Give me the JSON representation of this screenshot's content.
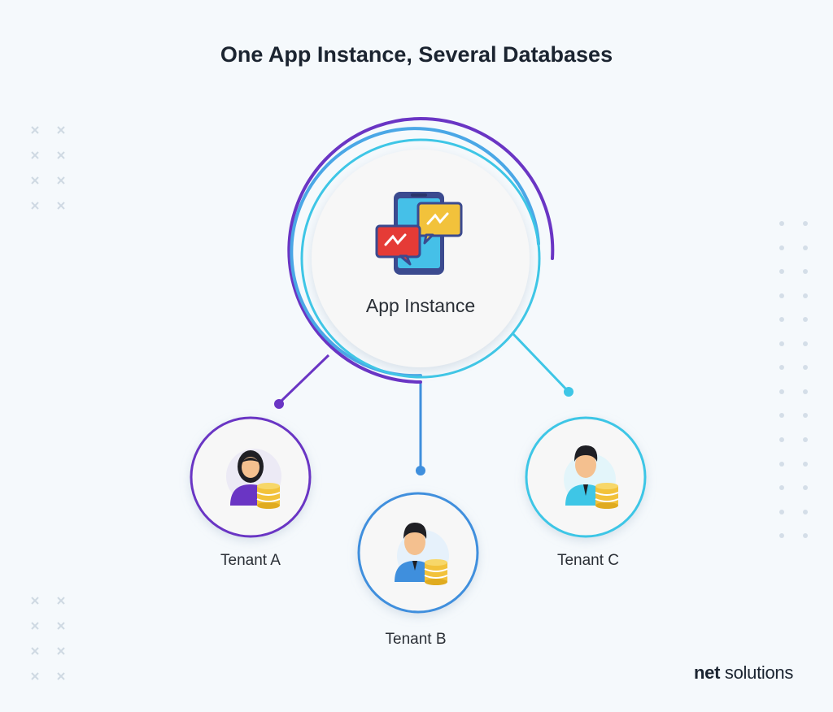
{
  "title": "One App Instance, Several Databases",
  "center": {
    "label": "App Instance"
  },
  "tenants": [
    {
      "label": "Tenant A"
    },
    {
      "label": "Tenant B"
    },
    {
      "label": "Tenant C"
    }
  ],
  "brand": {
    "first": "net",
    "second": "solutions"
  },
  "colors": {
    "purple": "#6a35c4",
    "blue": "#3f8fdd",
    "cyan": "#3ec6e6",
    "gold": "#f2c23b",
    "red": "#e53b36"
  }
}
